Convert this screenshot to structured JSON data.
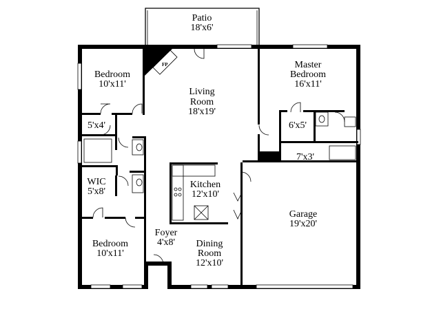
{
  "rooms": [
    {
      "name": "Patio",
      "size": "18'x6'"
    },
    {
      "name": "Bedroom",
      "size": "10'x11'"
    },
    {
      "name": "Living",
      "name2": "Room",
      "size": "18'x19'"
    },
    {
      "name": "Master",
      "name2": "Bedroom",
      "size": "16'x11'"
    },
    {
      "name": "5'x4'"
    },
    {
      "name": "6'x5'"
    },
    {
      "name": "7'x3'"
    },
    {
      "name": "WIC",
      "size": "5'x8'"
    },
    {
      "name": "Kitchen",
      "size": "12'x10'"
    },
    {
      "name": "Garage",
      "size": "19'x20'"
    },
    {
      "name": "Foyer",
      "size": "4'x8'"
    },
    {
      "name": "Bedroom",
      "size": "10'x11'"
    },
    {
      "name": "Dining",
      "name2": "Room",
      "size": "12'x10'"
    }
  ],
  "fireplace": "FP"
}
